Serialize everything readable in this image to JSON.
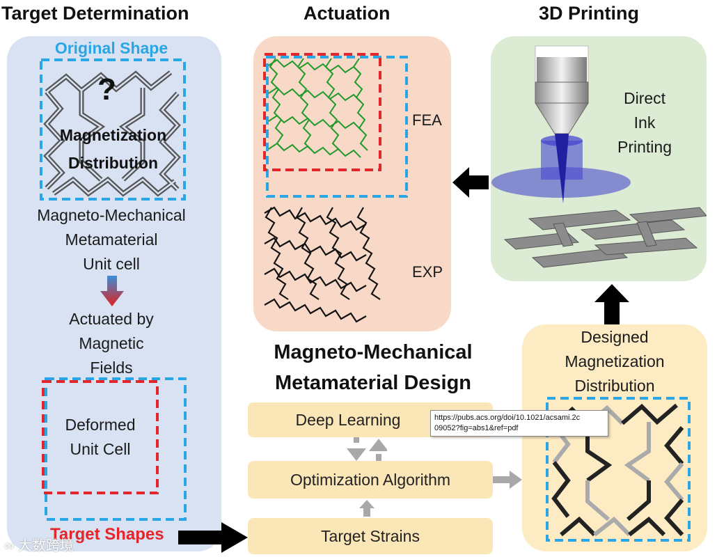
{
  "headings": {
    "target": "Target Determination",
    "actuation": "Actuation",
    "printing": "3D Printing",
    "design_line1": "Magneto-Mechanical",
    "design_line2": "Metamaterial Design"
  },
  "target_panel": {
    "original_shape": "Original Shape",
    "question": "?",
    "mag_line1": "Magnetization",
    "mag_line2": "Distribution",
    "unit_line1": "Magneto-Mechanical",
    "unit_line2": "Metamaterial",
    "unit_line3": "Unit cell",
    "actuated_line1": "Actuated by",
    "actuated_line2": "Magnetic",
    "actuated_line3": "Fields",
    "deformed_line1": "Deformed",
    "deformed_line2": "Unit Cell",
    "target_shapes": "Target Shapes"
  },
  "actuation_panel": {
    "fea": "FEA",
    "exp": "EXP"
  },
  "printing_panel": {
    "line1": "Direct",
    "line2": "Ink",
    "line3": "Printing"
  },
  "designed_panel": {
    "line1": "Designed",
    "line2": "Magnetization",
    "line3": "Distribution"
  },
  "pipeline": {
    "deep_learning": "Deep Learning",
    "optimization": "Optimization Algorithm",
    "target_strains": "Target Strains"
  },
  "tooltip": {
    "url_line1": "https://pubs.acs.org/doi/10.1021/acsami.2c",
    "url_line2": "09052?fig=abs1&ref=pdf"
  },
  "watermark": "大数跨境",
  "colors": {
    "blue_panel": "#d9e2f2",
    "peach_panel": "#f8d9c7",
    "green_panel": "#dcebd3",
    "yellow_panel": "#fdebc3",
    "dash_blue": "#29a6e3",
    "dash_red": "#e3262b",
    "fea_green": "#1f9a2b"
  }
}
